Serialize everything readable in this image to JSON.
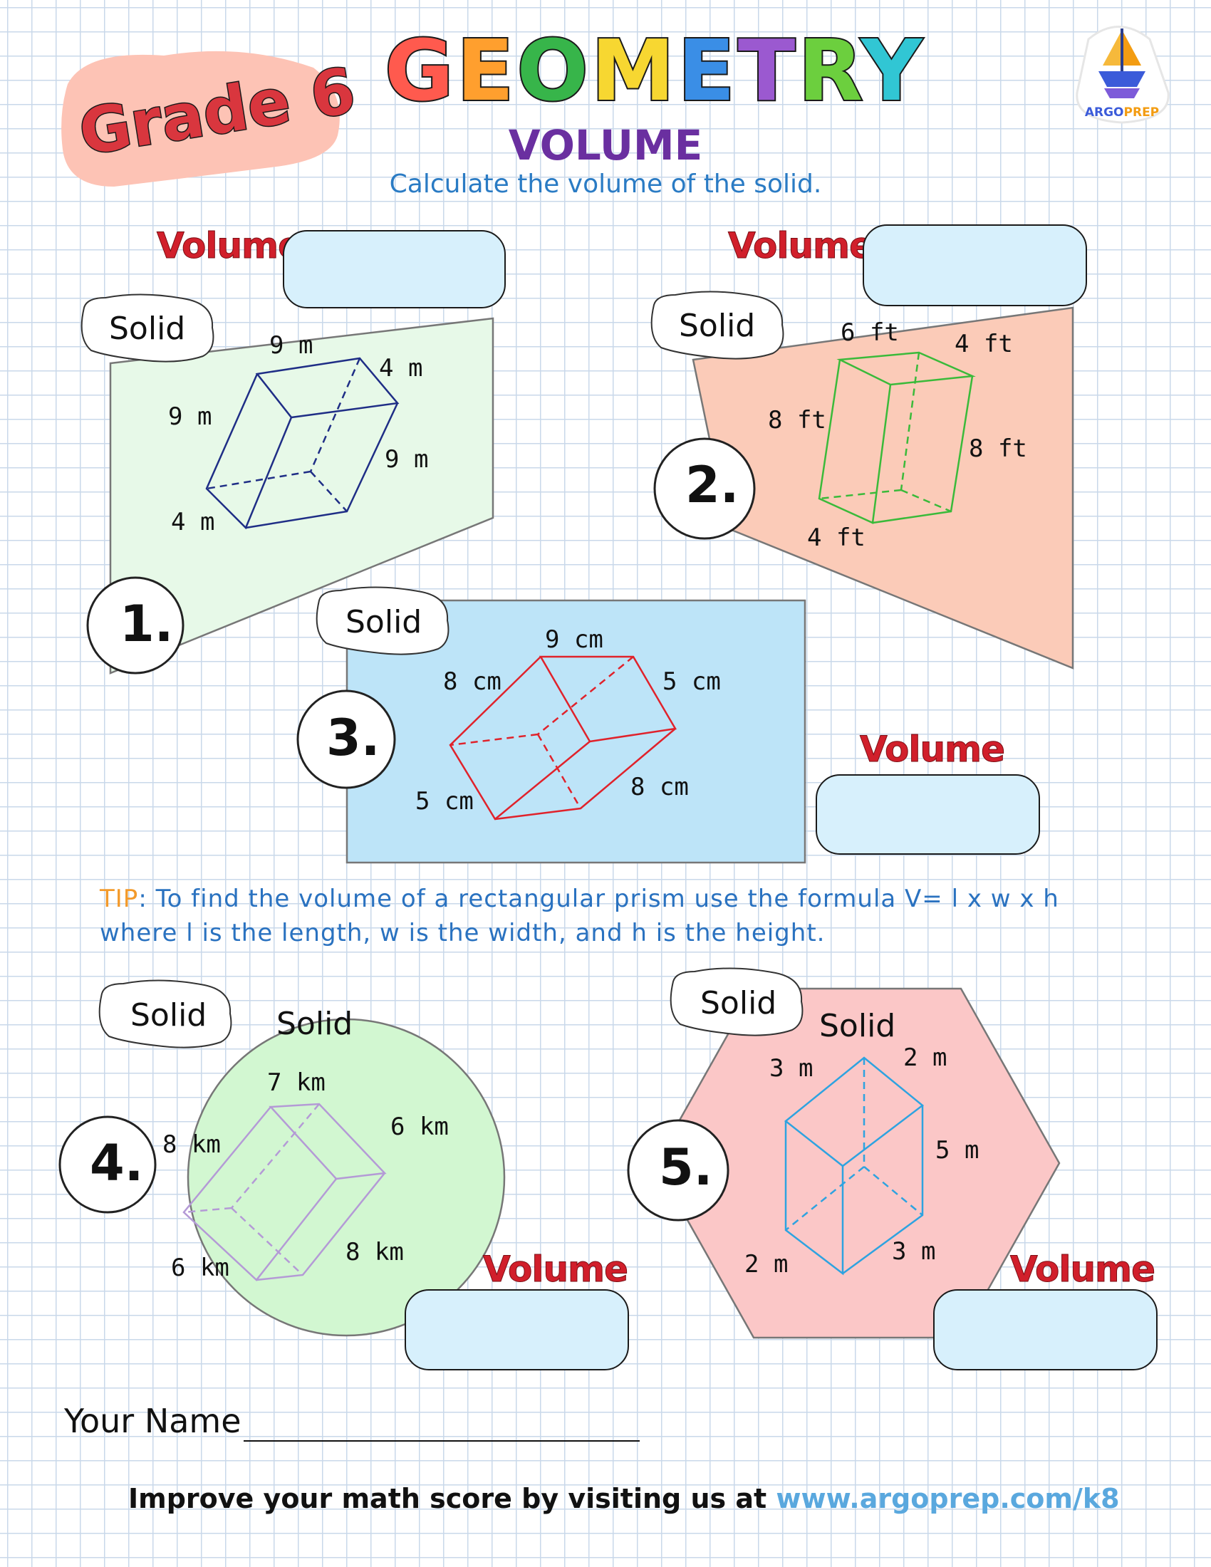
{
  "header": {
    "title_letters": [
      {
        "ch": "G",
        "color": "#ff5a4e"
      },
      {
        "ch": "E",
        "color": "#ff9f2e"
      },
      {
        "ch": "O",
        "color": "#37b54a"
      },
      {
        "ch": "M",
        "color": "#f7d731"
      },
      {
        "ch": "E",
        "color": "#3a8ee6"
      },
      {
        "ch": "T",
        "color": "#9b59d0"
      },
      {
        "ch": "R",
        "color": "#6ccf3e"
      },
      {
        "ch": "Y",
        "color": "#31c6d4"
      }
    ],
    "subtitle": "VOLUME",
    "instruction": "Calculate the volume of the solid.",
    "grade_badge": "Grade 6",
    "logo": {
      "brand_part1": "ARGO",
      "brand_part2": "PREP",
      "icon": "sailboat-logo-icon"
    }
  },
  "problems": [
    {
      "number": "1.",
      "solid_label": "Solid",
      "volume_label": "Volume",
      "answer": "",
      "shape_color": "#e7f9e8",
      "prism_color": "#1f2e86",
      "dims": [
        "9 m",
        "4 m",
        "9 m",
        "9 m",
        "4 m"
      ]
    },
    {
      "number": "2.",
      "solid_label": "Solid",
      "volume_label": "Volume",
      "answer": "",
      "shape_color": "#fbcbb8",
      "prism_color": "#3aba3a",
      "dims": [
        "6 ft",
        "4 ft",
        "8 ft",
        "8 ft",
        "4 ft"
      ]
    },
    {
      "number": "3.",
      "solid_label": "Solid",
      "volume_label": "Volume",
      "answer": "",
      "shape_color": "#bde4f8",
      "prism_color": "#e0222b",
      "dims": [
        "9 cm",
        "8 cm",
        "5 cm",
        "5 cm",
        "8 cm"
      ]
    },
    {
      "number": "4.",
      "solid_label": "Solid",
      "inner_label": "Solid",
      "volume_label": "Volume",
      "answer": "",
      "shape_color": "#d2f7d1",
      "prism_color": "#b49ad6",
      "dims": [
        "7 km",
        "8 km",
        "6 km",
        "6 km",
        "8 km"
      ]
    },
    {
      "number": "5.",
      "solid_label": "Solid",
      "inner_label": "Solid",
      "volume_label": "Volume",
      "answer": "",
      "shape_color": "#fbc7c7",
      "prism_color": "#2ea3e0",
      "dims": [
        "3 m",
        "2 m",
        "5 m",
        "2 m",
        "3 m"
      ]
    }
  ],
  "tip": {
    "label": "TIP",
    "text": ": To find the volume of a rectangular prism use the formula V= l x w x h where l is the length, w is the width, and h is the height."
  },
  "student": {
    "name_label": "Your Name",
    "name_value": ""
  },
  "footer": {
    "text": "Improve your math score by visiting us at ",
    "url": "www.argoprep.com/k8"
  }
}
